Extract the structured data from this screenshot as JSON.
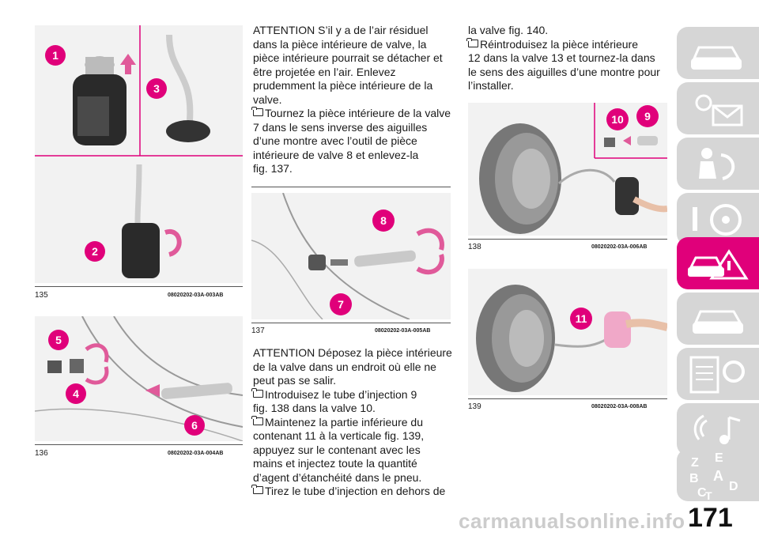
{
  "figures": {
    "f135": {
      "number": "135",
      "code": "08020202-03A-003AB",
      "callouts": [
        "1",
        "3",
        "2"
      ]
    },
    "f136": {
      "number": "136",
      "code": "08020202-03A-004AB",
      "callouts": [
        "5",
        "4",
        "6"
      ]
    },
    "f137": {
      "number": "137",
      "code": "08020202-03A-005AB",
      "callouts": [
        "8",
        "7"
      ]
    },
    "f138": {
      "number": "138",
      "code": "08020202-03A-006AB",
      "callouts": [
        "10",
        "9"
      ]
    },
    "f139": {
      "number": "139",
      "code": "08020202-03A-008AB",
      "callouts": [
        "11"
      ]
    }
  },
  "text": {
    "col2_top": [
      "ATTENTION S’il y a de l’air résiduel",
      "dans la pièce intérieure de valve, la",
      "pièce intérieure pourrait se détacher et",
      "être projetée en l’air. Enlevez",
      "prudemment la pièce intérieure de la",
      "valve."
    ],
    "col2_step1": [
      "Tournez la pièce intérieure de la valve",
      "7 dans le sens inverse des aiguilles",
      "d’une montre avec l’outil de pièce",
      "intérieure de valve 8 et enlevez-la",
      "fig. 137."
    ],
    "col2_attention": [
      "ATTENTION Déposez la pièce intérieure",
      "de la valve dans un endroit où elle ne",
      "peut pas se salir."
    ],
    "col2_step2": [
      "Introduisez le tube d’injection 9",
      "fig. 138 dans la valve 10."
    ],
    "col2_step3": [
      "Maintenez la partie inférieure du",
      "contenant 11 à la verticale fig. 139,",
      "appuyez sur le contenant avec les",
      "mains et injectez toute la quantité",
      "d’agent d’étanchéité dans le pneu."
    ],
    "col2_step4": [
      "Tirez le tube d’injection en dehors de"
    ],
    "col3_cont": [
      "la valve fig. 140."
    ],
    "col3_step5": [
      "Réintroduisez la pièce intérieure",
      "12 dans la valve 13 et tournez-la dans",
      "le sens des aiguilles d’une montre pour",
      "l’installer."
    ]
  },
  "sidebar": {
    "tabs": [
      "car-icon",
      "warning-lights-icon",
      "safety-icon",
      "steering-icon",
      "emergency-icon",
      "service-icon",
      "specs-icon",
      "multimedia-icon",
      "index-icon"
    ],
    "active_tab": 4,
    "index_letters": [
      "Z",
      "E",
      "B",
      "A",
      "C",
      "T",
      "D"
    ]
  },
  "page_number": "171",
  "watermark": "carmanualsonline.info",
  "colors": {
    "callout": "#e0007a",
    "active_tab": "#e0007a",
    "tab": "#d6d6d6"
  }
}
